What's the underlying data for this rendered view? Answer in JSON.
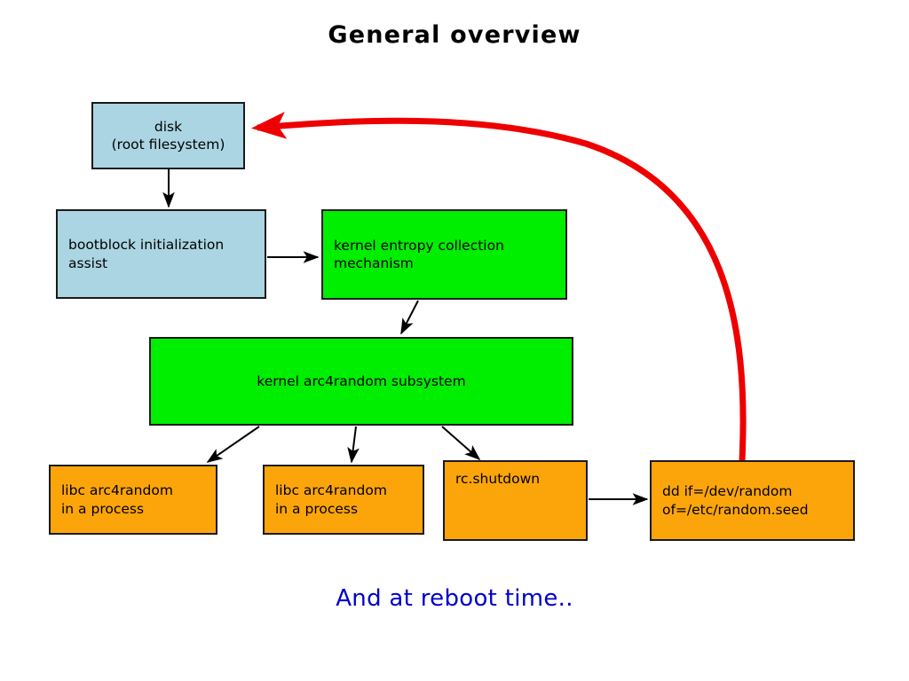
{
  "slide": {
    "title": "General overview",
    "footer_note": "And at reboot time..",
    "title_color": "#000000",
    "footer_color": "#0000cc",
    "background": "#ffffff"
  },
  "palette": {
    "blue_fill": "#abd5e3",
    "green_fill": "#00ee00",
    "orange_fill": "#fca50a",
    "border": "#1a1a1a",
    "arrow": "#000000",
    "feedback_arrow": "#ee0000"
  },
  "nodes": [
    {
      "id": "disk",
      "label": "disk\n(root filesystem)",
      "color": "blue"
    },
    {
      "id": "bootblock",
      "label": "bootblock initialization\nassist",
      "color": "blue"
    },
    {
      "id": "entropy",
      "label": "kernel entropy collection\nmechanism",
      "color": "green"
    },
    {
      "id": "arc4",
      "label": "kernel arc4random subsystem",
      "color": "green"
    },
    {
      "id": "libc1",
      "label": "libc arc4random\nin a process",
      "color": "orange"
    },
    {
      "id": "libc2",
      "label": "libc arc4random\nin a process",
      "color": "orange"
    },
    {
      "id": "rcshutdown",
      "label": "rc.shutdown",
      "color": "orange"
    },
    {
      "id": "dd",
      "label": "dd if=/dev/random\n   of=/etc/random.seed",
      "color": "orange"
    }
  ],
  "edges": [
    {
      "id": "disk-to-bootblock",
      "from": "disk",
      "to": "bootblock",
      "style": "black-arrow"
    },
    {
      "id": "bootblock-to-entropy",
      "from": "bootblock",
      "to": "entropy",
      "style": "black-arrow"
    },
    {
      "id": "entropy-to-arc4",
      "from": "entropy",
      "to": "arc4",
      "style": "black-arrow"
    },
    {
      "id": "arc4-to-libc1",
      "from": "arc4",
      "to": "libc1",
      "style": "black-arrow"
    },
    {
      "id": "arc4-to-libc2",
      "from": "arc4",
      "to": "libc2",
      "style": "black-arrow"
    },
    {
      "id": "arc4-to-rcshutdown",
      "from": "arc4",
      "to": "rcshutdown",
      "style": "black-arrow"
    },
    {
      "id": "rcshutdown-to-dd",
      "from": "rcshutdown",
      "to": "dd",
      "style": "black-arrow"
    },
    {
      "id": "dd-to-disk",
      "from": "dd",
      "to": "disk",
      "style": "red-curved-arrow"
    }
  ]
}
